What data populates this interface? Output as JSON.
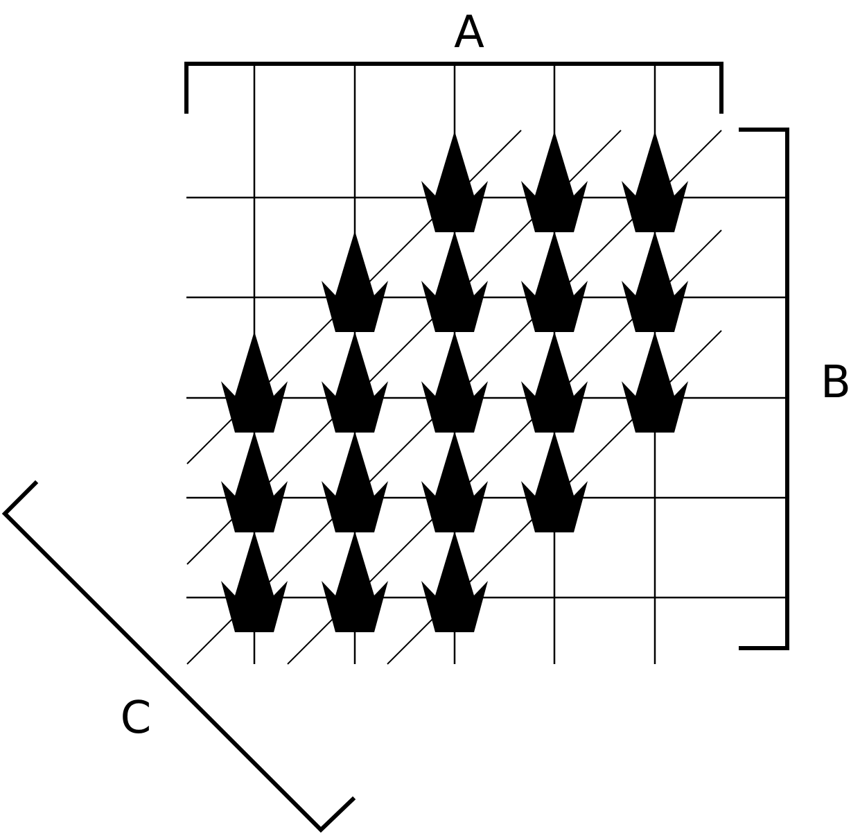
{
  "labels": {
    "a": "A",
    "b": "B",
    "c": "C"
  },
  "colors": {
    "ink": "#000000",
    "background": "#ffffff"
  },
  "icon": "crown-icon",
  "grid": {
    "columns": 6,
    "rows": 6
  },
  "crowns": [
    {
      "col": 2,
      "row": 0
    },
    {
      "col": 3,
      "row": 0
    },
    {
      "col": 4,
      "row": 0
    },
    {
      "col": 1,
      "row": 1
    },
    {
      "col": 2,
      "row": 1
    },
    {
      "col": 3,
      "row": 1
    },
    {
      "col": 4,
      "row": 1
    },
    {
      "col": 0,
      "row": 2
    },
    {
      "col": 1,
      "row": 2
    },
    {
      "col": 2,
      "row": 2
    },
    {
      "col": 3,
      "row": 2
    },
    {
      "col": 4,
      "row": 2
    },
    {
      "col": 0,
      "row": 3
    },
    {
      "col": 1,
      "row": 3
    },
    {
      "col": 2,
      "row": 3
    },
    {
      "col": 3,
      "row": 3
    },
    {
      "col": 0,
      "row": 4
    },
    {
      "col": 1,
      "row": 4
    },
    {
      "col": 2,
      "row": 4
    }
  ]
}
